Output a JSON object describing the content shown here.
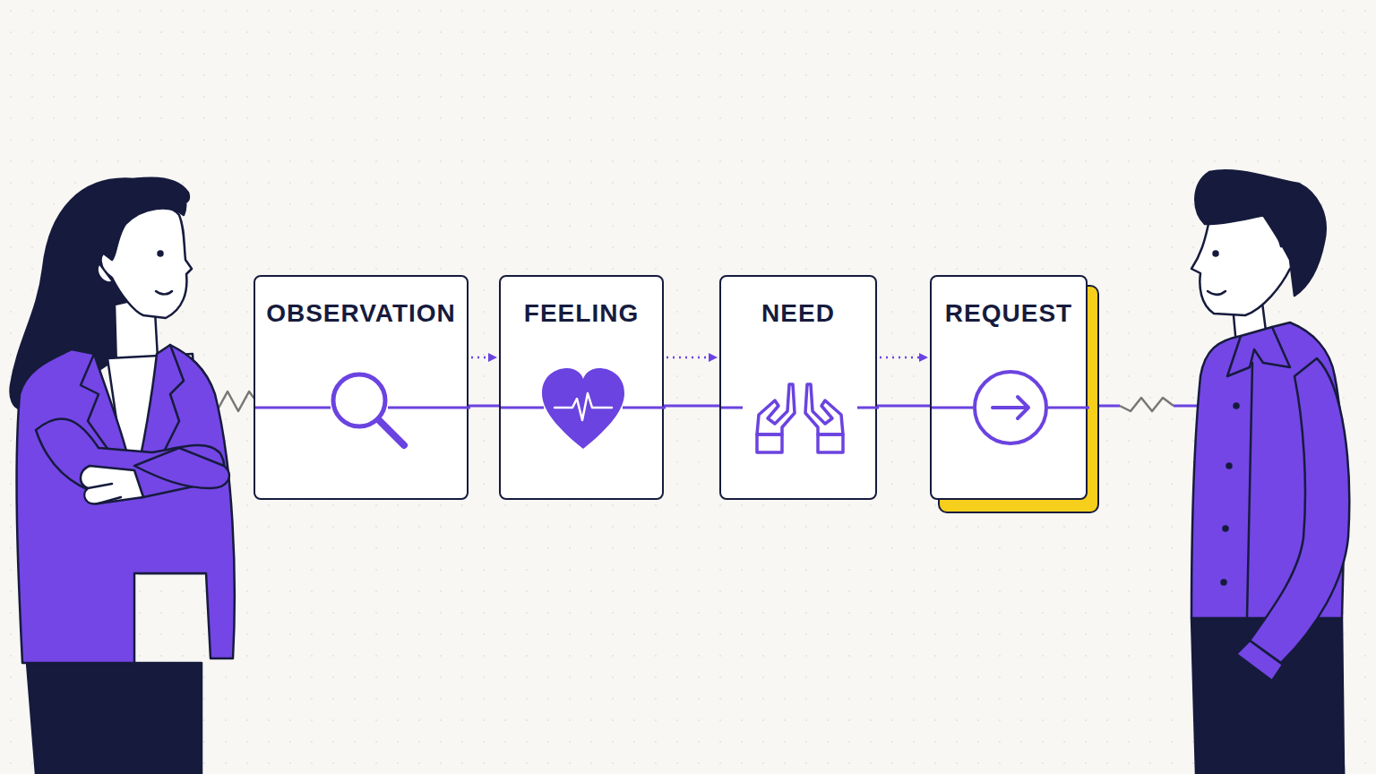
{
  "diagram": {
    "nodes": [
      {
        "text": [
          "OBSERVATION"
        ]
      },
      {
        "text": [
          "FEELING"
        ]
      },
      {
        "text": [
          "NEED"
        ]
      },
      {
        "text": [
          "REQUEST"
        ]
      }
    ],
    "edges": [
      {
        "from": 0,
        "to": 1,
        "arrow": "to"
      },
      {
        "from": 1,
        "to": 2,
        "arrow": "to"
      },
      {
        "from": 2,
        "to": 3,
        "arrow": "to"
      }
    ]
  }
}
